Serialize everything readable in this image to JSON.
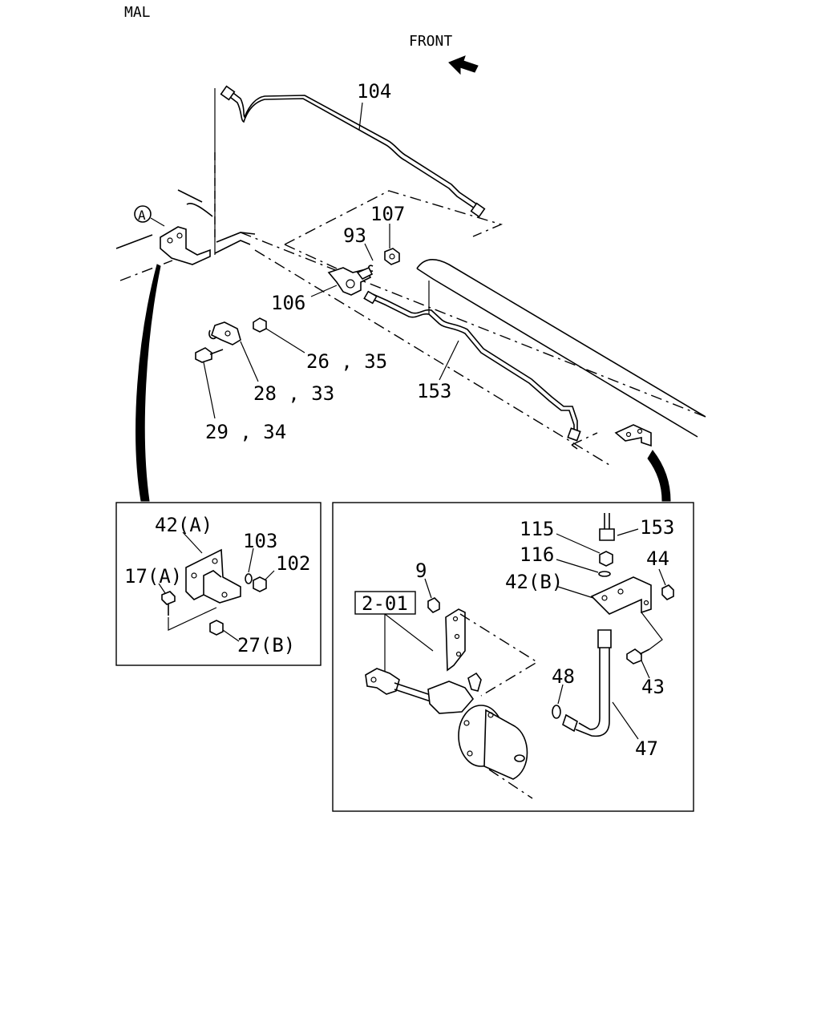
{
  "header": {
    "model_code": "MAL",
    "direction_label": "FRONT"
  },
  "callout_marker": "A",
  "labels": {
    "l104": "104",
    "l107": "107",
    "l93": "93",
    "l106": "106",
    "l153_top": "153",
    "l26_35": "26 , 35",
    "l28_33": "28 , 33",
    "l29_34": "29 , 34",
    "l42a": "42(A)",
    "l103": "103",
    "l102": "102",
    "l17a": "17(A)",
    "l27b": "27(B)",
    "l115": "115",
    "l153_detail": "153",
    "l116": "116",
    "l44": "44",
    "l9": "9",
    "l42b": "42(B)",
    "l2_01": "2-01",
    "l48": "48",
    "l43": "43",
    "l47": "47"
  }
}
